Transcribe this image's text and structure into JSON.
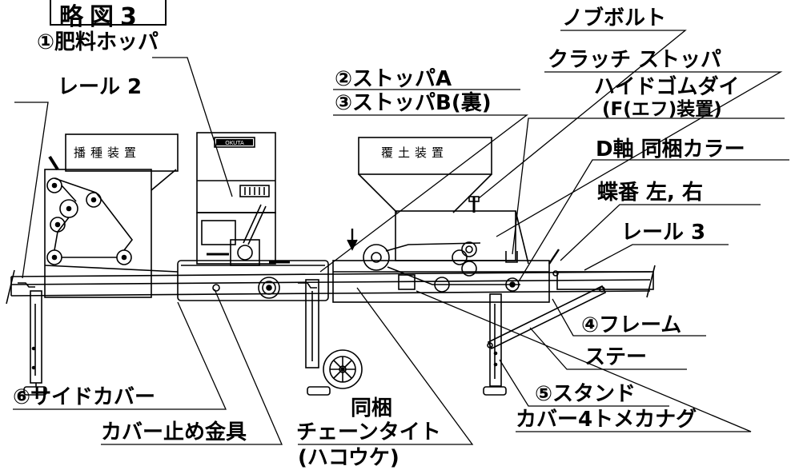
{
  "figure": {
    "title": "略図3",
    "labels": {
      "fertilizer_hopper": "①肥料ホッパ",
      "rail2": "レール 2",
      "stopper_a": "②ストッパA",
      "stopper_b": "③ストッパB(裏)",
      "knob_bolt": "ノブボルト",
      "clutch_stopper": "クラッチ ストッパ",
      "hide_gom_die": "ハイドゴムダイ",
      "f_device": "(F(エフ)装置)",
      "d_shaft_collar": "D軸 同梱カラー",
      "hinge": "蝶番 左, 右",
      "rail3": "レール 3",
      "frame": "④フレーム",
      "stay": "ステー",
      "stand": "⑤スタンド",
      "side_cover": "⑥サイドカバー",
      "cover_stop_bracket": "カバー止め金具",
      "bundled": "同梱",
      "chain_tight": "チェーンタイト",
      "hakouke": "(ハコウケ)",
      "cover4_fastener": "カバー4トメカナグ",
      "seeding_device": "播種装置",
      "covering_device": "覆土装置",
      "brand_plate": "OKUTA"
    }
  }
}
